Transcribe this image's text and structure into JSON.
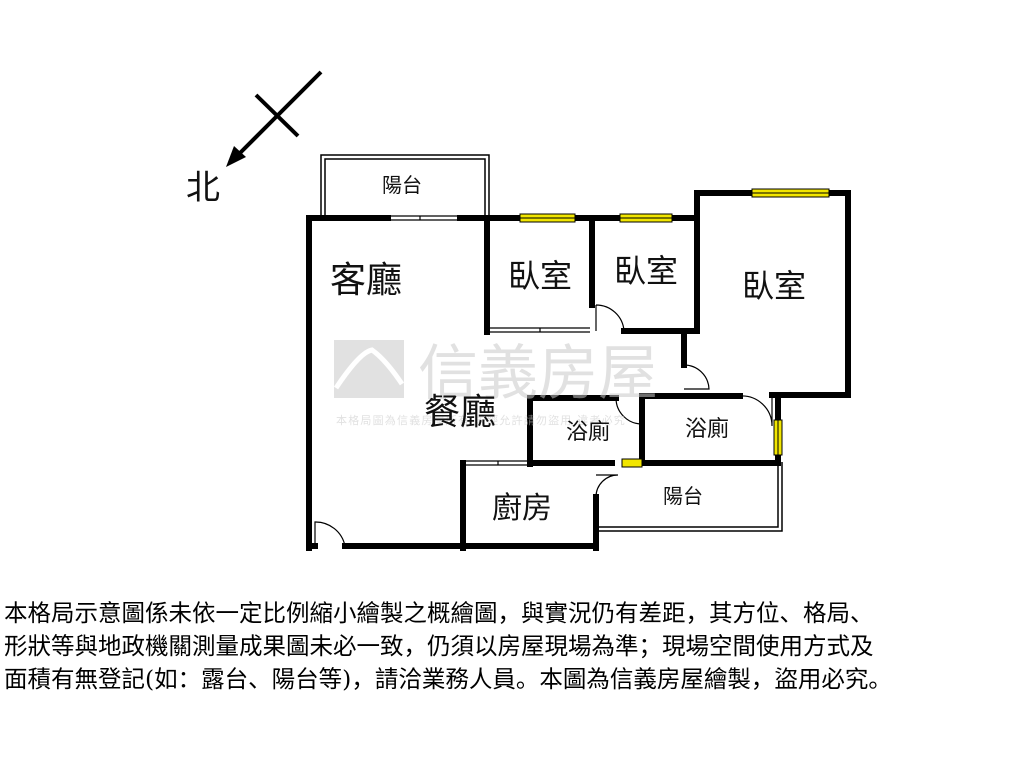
{
  "compass": {
    "north_label": "北"
  },
  "rooms": {
    "balcony_top": "陽台",
    "living_room": "客廳",
    "bedroom_1": "臥室",
    "bedroom_2": "臥室",
    "bedroom_3": "臥室",
    "dining_room": "餐廳",
    "bathroom_1": "浴廁",
    "bathroom_2": "浴廁",
    "kitchen": "廚房",
    "balcony_bottom": "陽台"
  },
  "watermark": {
    "brand": "信義房屋",
    "small_text": "本格局圖為信義房屋所有 未經允許請勿盜用 違者必究"
  },
  "disclaimer": {
    "line1": "本格局示意圖係未依一定比例縮小繪製之概繪圖，與實況仍有差距，其方位、格局、",
    "line2": "形狀等與地政機關測量成果圖未必一致，仍須以房屋現場為準；現場空間使用方式及",
    "line3": "面積有無登記(如：露台、陽台等)，請洽業務人員。本圖為信義房屋繪製，盜用必究。"
  },
  "colors": {
    "wall": "#000000",
    "window_fill": "#f2e600",
    "watermark": "#c9c9c9"
  }
}
